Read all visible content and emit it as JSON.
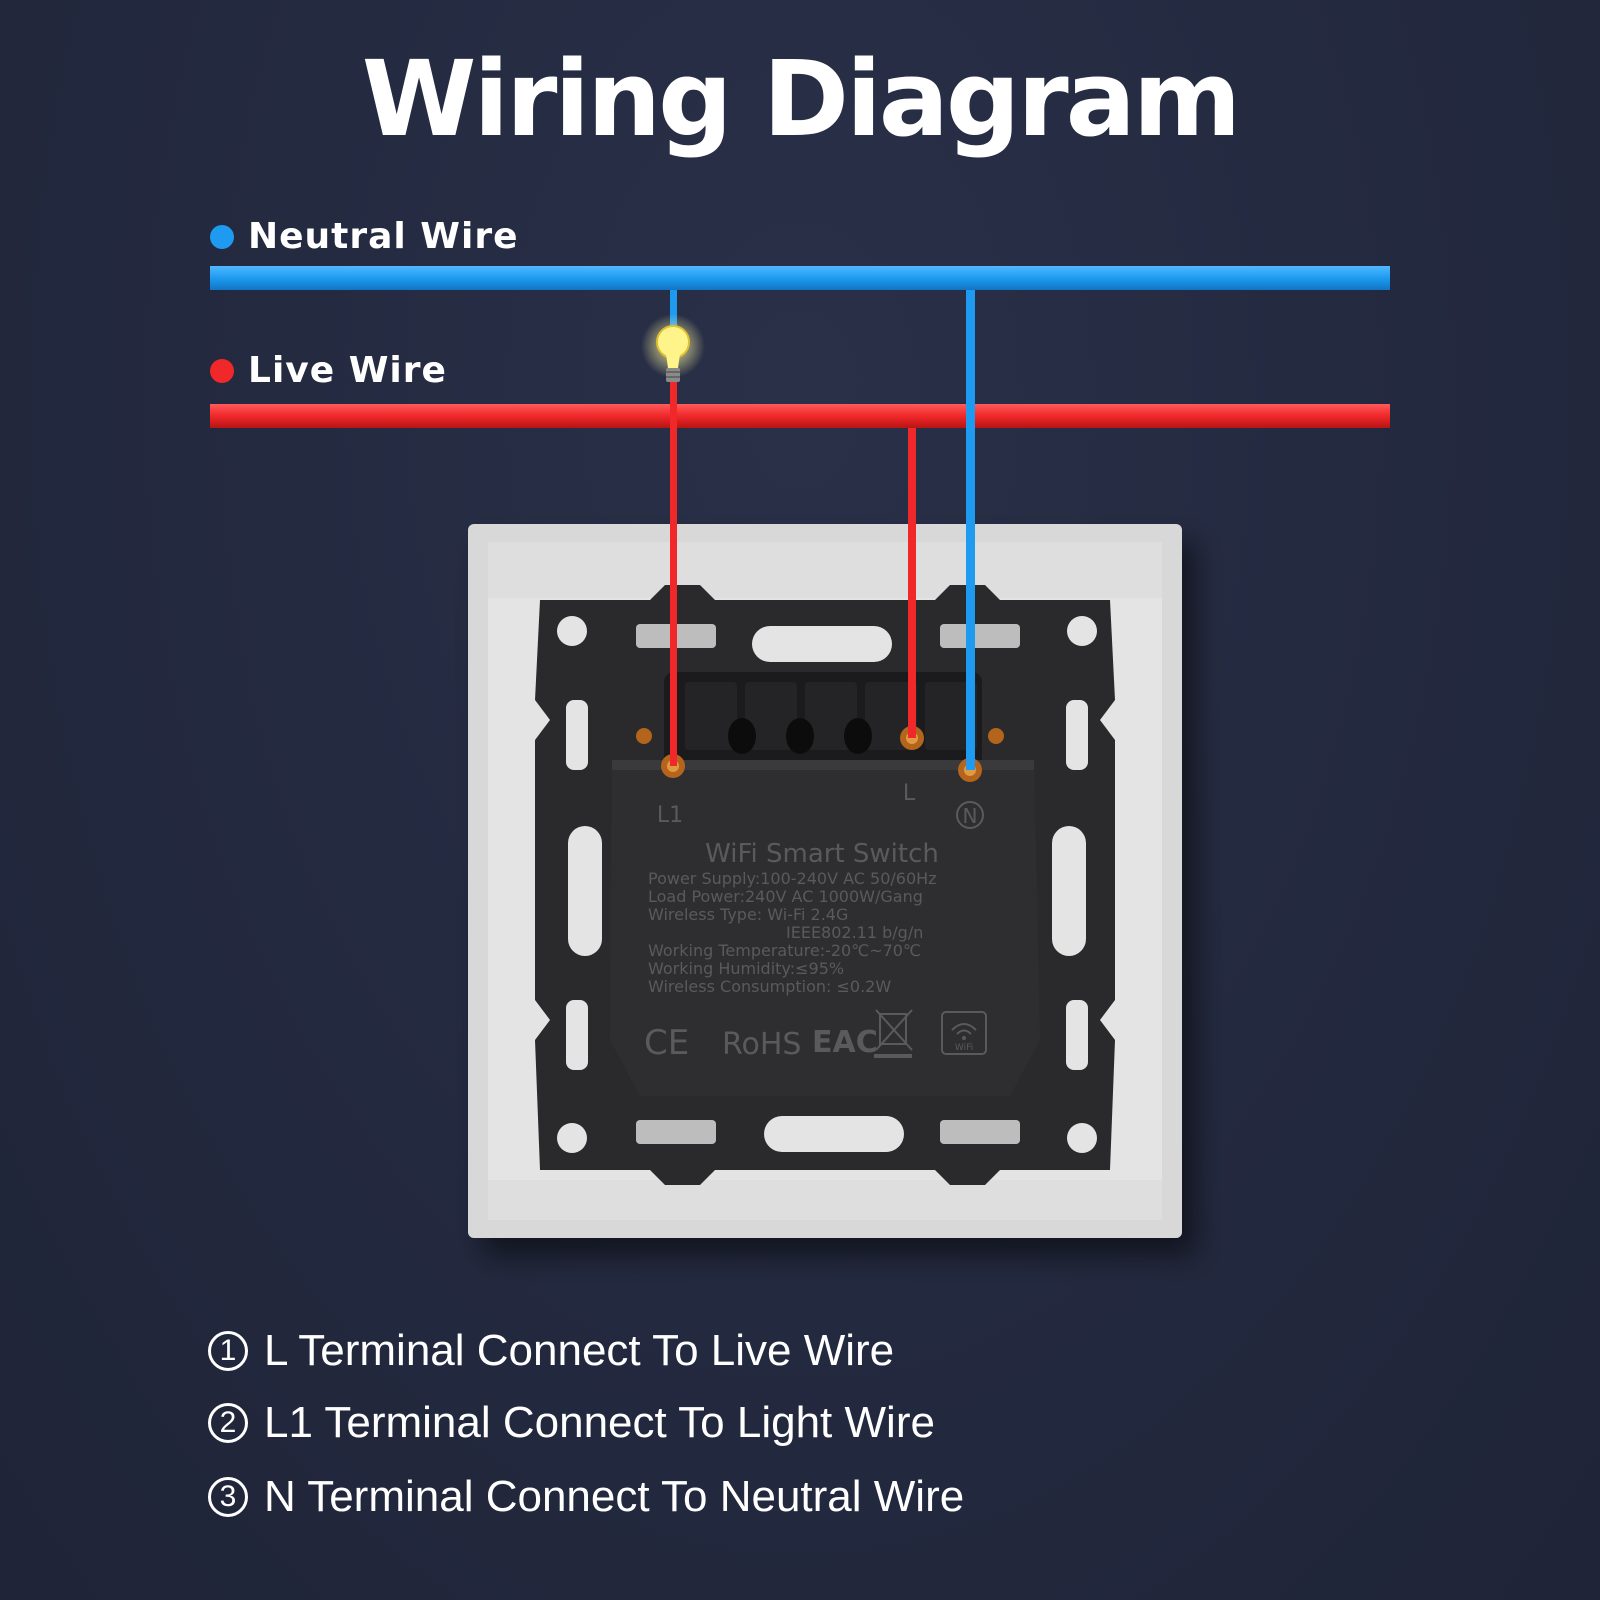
{
  "title": "Wiring Diagram",
  "legend": {
    "neutral": {
      "label": "Neutral Wire",
      "color": "#1e9bf0"
    },
    "live": {
      "label": "Live Wire",
      "color": "#f0282a"
    }
  },
  "module": {
    "terminals": {
      "l1": "L1",
      "l": "L",
      "n": "N"
    },
    "name": "WiFi Smart Switch",
    "specs": [
      "Power Supply:100-240V AC 50/60Hz",
      "Load Power:240V AC 1000W/Gang",
      "Wireless Type: Wi-Fi 2.4G",
      "IEEE802.11 b/g/n",
      "Working Temperature:-20℃~70℃",
      "Working Humidity:≤95%",
      "Wireless Consumption: ≤0.2W"
    ],
    "marks": {
      "ce": "CE",
      "rohs": "RoHS",
      "eac": "EAC",
      "wifi": "WiFi"
    }
  },
  "instructions": [
    {
      "number": "①",
      "text": "L Terminal Connect To Live Wire"
    },
    {
      "number": "②",
      "text": "L1 Terminal Connect To Light Wire"
    },
    {
      "number": "③",
      "text": "N Terminal Connect To Neutral Wire"
    }
  ]
}
